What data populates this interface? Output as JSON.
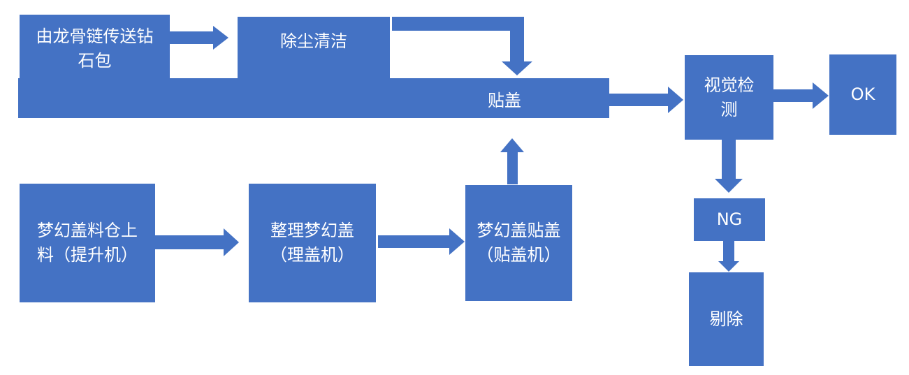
{
  "theme": {
    "box_color": "#4472c4",
    "text_color": "#ffffff",
    "background": "#ffffff"
  },
  "nodes": {
    "keel_chain": {
      "label": "由龙骨链传送钻石包"
    },
    "dust_clean": {
      "label": "除尘清洁"
    },
    "lid_attach": {
      "label": "贴盖"
    },
    "visual_inspect": {
      "label": "视觉检测"
    },
    "ok": {
      "label": "OK"
    },
    "ng": {
      "label": "NG"
    },
    "reject": {
      "label": "剔除"
    },
    "lid_loading": {
      "label": "梦幻盖料仓上料（提升机）"
    },
    "lid_sorting": {
      "label": "整理梦幻盖（理盖机）"
    },
    "lid_applying": {
      "label": "梦幻盖贴盖（贴盖机）"
    }
  }
}
